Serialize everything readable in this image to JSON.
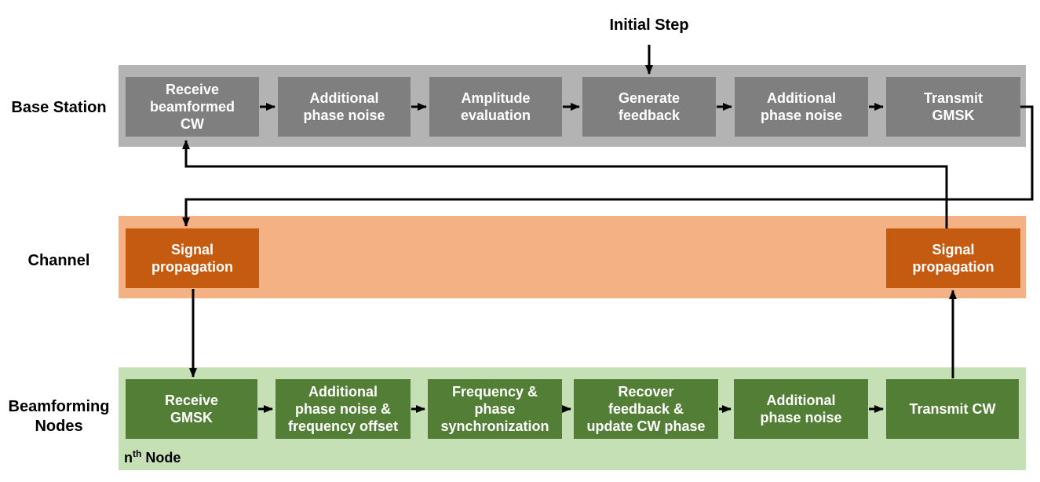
{
  "initial_step_label": "Initial Step",
  "colors": {
    "base_station_band": "#b3b3b3",
    "base_station_box": "#7f7f7f",
    "channel_band": "#f4b183",
    "channel_box": "#c55a11",
    "nodes_band": "#c5e0b4",
    "nodes_box": "#527e35",
    "arrow": "#000000",
    "box_text": "#ffffff",
    "label_text": "#000000"
  },
  "rows": {
    "base_station": {
      "label": "Base Station",
      "boxes": [
        {
          "label": "Receive\nbeamformed\nCW"
        },
        {
          "label": "Additional\nphase noise"
        },
        {
          "label": "Amplitude\nevaluation"
        },
        {
          "label": "Generate\nfeedback"
        },
        {
          "label": "Additional\nphase noise"
        },
        {
          "label": "Transmit\nGMSK"
        }
      ]
    },
    "channel": {
      "label": "Channel",
      "boxes": [
        {
          "label": "Signal\npropagation"
        },
        {
          "label": "Signal\npropagation"
        }
      ]
    },
    "beamforming_nodes": {
      "label": "Beamforming\nNodes",
      "boxes": [
        {
          "label": "Receive\nGMSK"
        },
        {
          "label": "Additional\nphase noise &\nfrequency offset"
        },
        {
          "label": "Frequency &\nphase\nsynchronization"
        },
        {
          "label": "Recover\nfeedback &\nupdate CW phase"
        },
        {
          "label": "Additional\nphase noise"
        },
        {
          "label": "Transmit CW"
        }
      ],
      "node_note": {
        "prefix": "n",
        "sup": "th",
        "suffix": " Node"
      }
    }
  }
}
